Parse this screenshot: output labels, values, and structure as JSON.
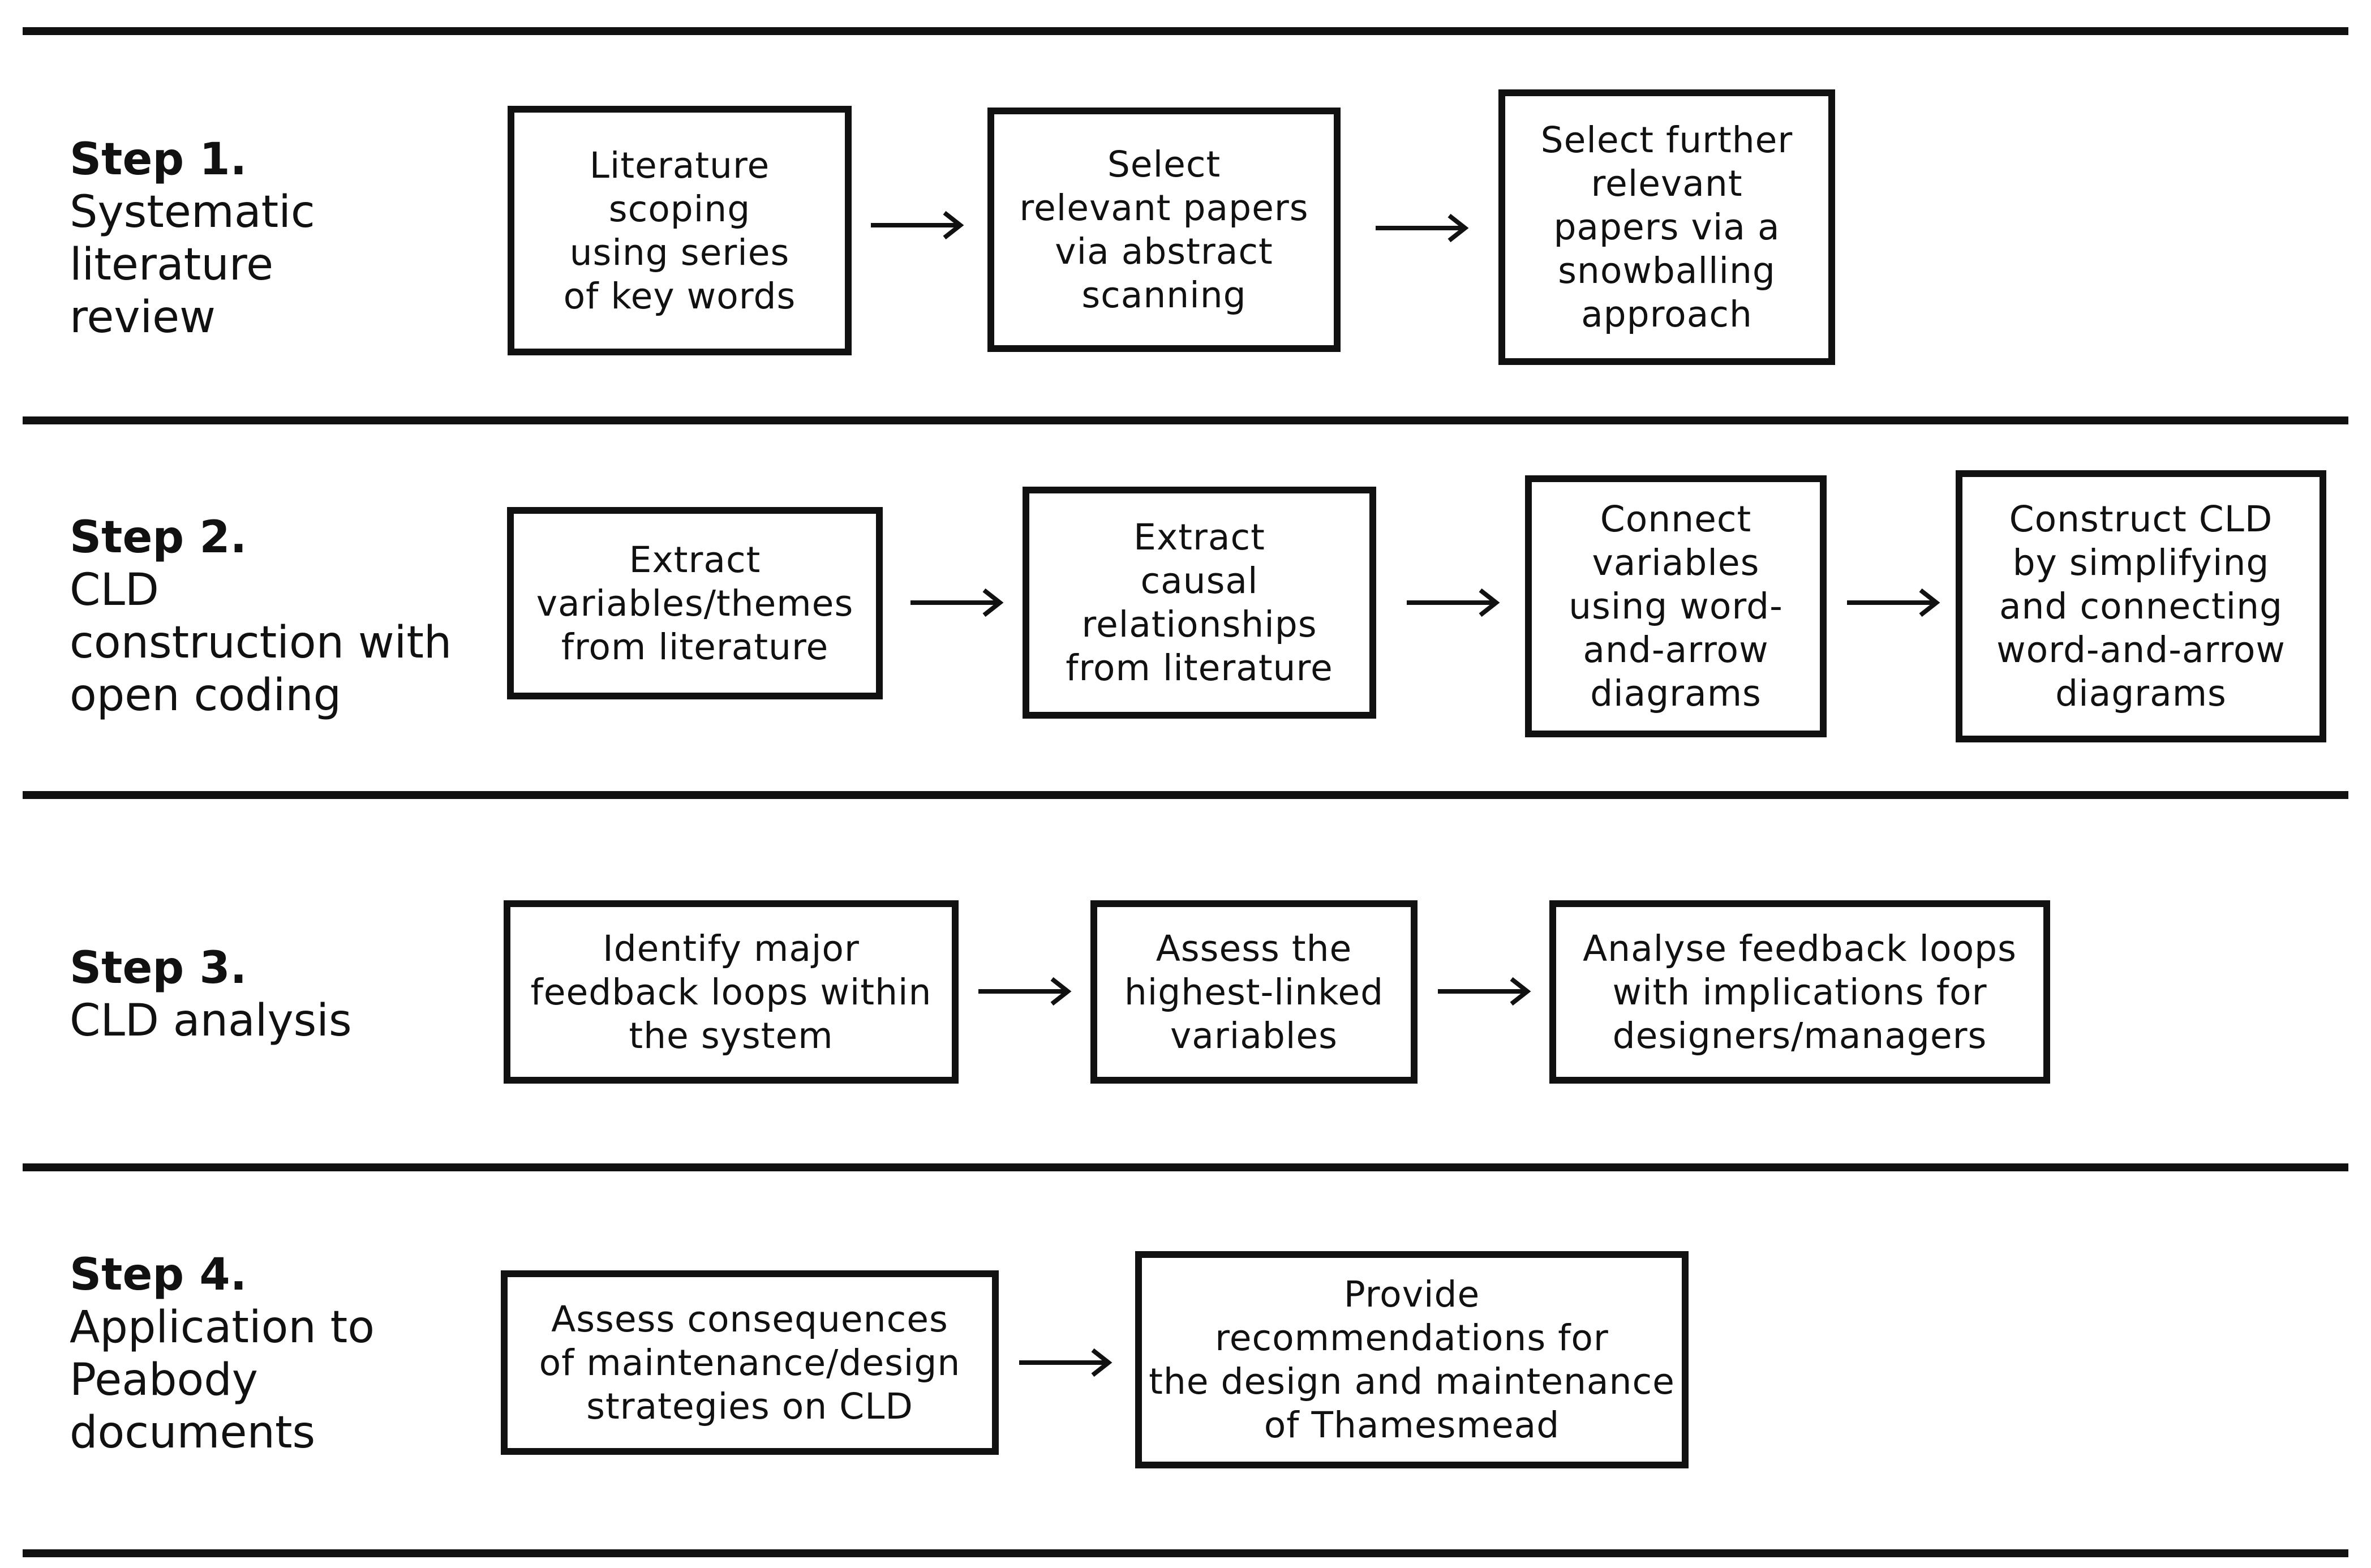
{
  "steps": [
    {
      "number": "Step 1.",
      "title": "Systematic\nliterature\nreview",
      "boxes": [
        "Literature\nscoping\nusing series\nof key words",
        "Select\nrelevant papers\nvia abstract\nscanning",
        "Select further\nrelevant\npapers via a\nsnowballing\napproach"
      ]
    },
    {
      "number": "Step 2.",
      "title": "CLD\nconstruction with\nopen coding",
      "boxes": [
        "Extract\nvariables/themes\nfrom literature",
        "Extract\ncausal\nrelationships\nfrom literature",
        "Connect\nvariables\nusing word-\nand-arrow\ndiagrams",
        "Construct CLD\nby simplifying\nand connecting\nword-and-arrow\ndiagrams"
      ]
    },
    {
      "number": "Step 3.",
      "title": "CLD analysis",
      "boxes": [
        "Identify major\nfeedback loops within\nthe system",
        "Assess the\nhighest-linked\nvariables",
        "Analyse feedback loops\nwith implications for\ndesigners/managers"
      ]
    },
    {
      "number": "Step 4.",
      "title": "Application to\nPeabody\ndocuments",
      "boxes": [
        "Assess consequences\nof maintenance/design\nstrategies on CLD",
        "Provide\nrecommendations for\nthe design and maintenance\nof Thamesmead"
      ]
    }
  ]
}
